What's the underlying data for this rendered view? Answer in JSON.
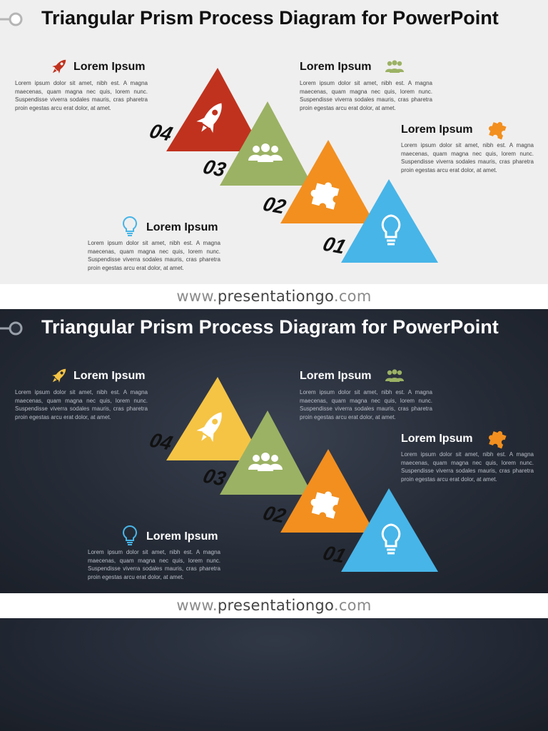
{
  "title": "Triangular Prism Process Diagram for PowerPoint",
  "footer": {
    "prefix": "www.",
    "brand": "presentationgo",
    "suffix": ".com"
  },
  "items": [
    {
      "id": "04",
      "heading": "Lorem Ipsum",
      "icon": "rocket-icon",
      "body": "Lorem ipsum dolor sit amet, nibh est. A magna maecenas, quam magna nec quis, lorem nunc. Suspendisse viverra sodales mauris, cras pharetra proin egestas arcu erat dolor, at amet."
    },
    {
      "id": "03",
      "heading": "Lorem Ipsum",
      "icon": "users-icon",
      "body": "Lorem ipsum dolor sit amet, nibh est. A magna maecenas, quam magna nec quis, lorem nunc. Suspendisse viverra sodales mauris, cras pharetra proin egestas arcu erat dolor, at amet."
    },
    {
      "id": "02",
      "heading": "Lorem Ipsum",
      "icon": "puzzle-icon",
      "body": "Lorem ipsum dolor sit amet, nibh est. A magna maecenas, quam magna nec quis, lorem nunc. Suspendisse viverra sodales mauris, cras pharetra proin egestas arcu erat dolor, at amet."
    },
    {
      "id": "01",
      "heading": "Lorem Ipsum",
      "icon": "lightbulb-icon",
      "body": "Lorem ipsum dolor sit amet, nibh est. A magna maecenas, quam magna nec quis, lorem nunc. Suspendisse viverra sodales mauris, cras pharetra proin egestas arcu erat dolor, at amet."
    }
  ],
  "colors": {
    "step04_light": "#c0321e",
    "step04_dark": "#f5c445",
    "step03": "#9bb264",
    "step02": "#f28f1f",
    "step01": "#47b5e8"
  }
}
